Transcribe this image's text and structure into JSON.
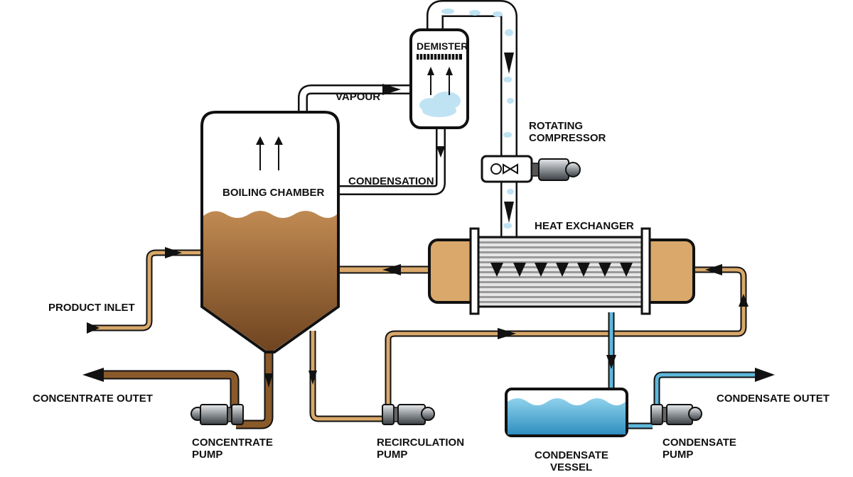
{
  "labels": {
    "demister": "DEMISTER",
    "vapour": "VAPOUR",
    "rotating_compressor": [
      "ROTATING",
      "COMPRESSOR"
    ],
    "condensation": "CONDENSATION",
    "boiling_chamber": "BOILING CHAMBER",
    "heat_exchanger": "HEAT EXCHANGER",
    "product_inlet": "PRODUCT INLET",
    "concentrate_outet": "CONCENTRATE OUTET",
    "condensate_outet": "CONDENSATE OUTET",
    "concentrate_pump": [
      "CONCENTRATE",
      "PUMP"
    ],
    "recirculation_pump": [
      "RECIRCULATION",
      "PUMP"
    ],
    "condensate_vessel": [
      "CONDENSATE",
      "VESSEL"
    ],
    "condensate_pump": [
      "CONDENSATE",
      "PUMP"
    ]
  },
  "colors": {
    "product_tan": "#d9a86a",
    "concentrate_brown": "#8a5a2b",
    "liquid_top": "#b98550",
    "liquid_bottom": "#7a4a1e",
    "vapour_blue": "#bfe3f3",
    "condensate_blue": "#5fb8dc",
    "outline": "#111111",
    "pump_grey": "#8a8f94"
  }
}
